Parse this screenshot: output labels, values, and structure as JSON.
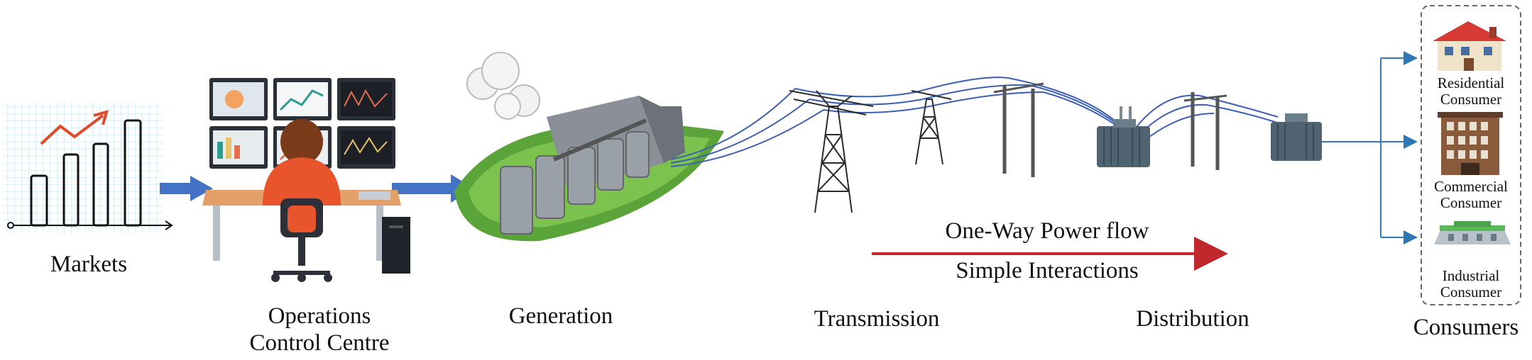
{
  "labels": {
    "markets": "Markets",
    "occ_line1": "Operations",
    "occ_line2": "Control Centre",
    "generation": "Generation",
    "transmission": "Transmission",
    "distribution": "Distribution",
    "consumers": "Consumers"
  },
  "flow": {
    "top": "One-Way Power flow",
    "bottom": "Simple Interactions"
  },
  "consumer_types": [
    {
      "line1": "Residential",
      "line2": "Consumer"
    },
    {
      "line1": "Commercial",
      "line2": "Consumer"
    },
    {
      "line1": "Industrial",
      "line2": "Consumer"
    }
  ],
  "colors": {
    "arrow_blue": "#4472c4",
    "flow_red": "#c0282d",
    "line_blue": "#3a5fb5",
    "consumer_link": "#2f78b5"
  }
}
